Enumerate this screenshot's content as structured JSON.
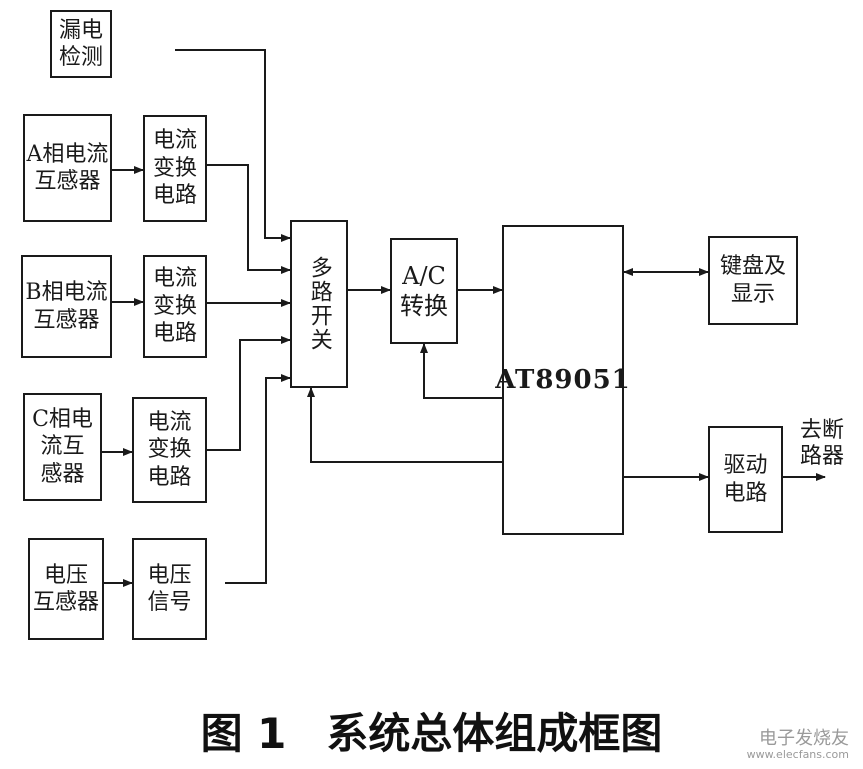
{
  "blocks": {
    "leak_detect": "漏电\n检测",
    "a_sensor": "A相电流\n互感器",
    "a_conv": "电流\n变换\n电路",
    "b_sensor": "B相电流\n互感器",
    "b_conv": "电流\n变换\n电路",
    "c_sensor": "C相电\n流互\n感器",
    "c_conv": "电流\n变换\n电路",
    "v_sensor": "电压\n互感器",
    "v_signal": "电压\n信号",
    "mux": "多路开关",
    "adc": "A/C\n转换",
    "mcu": "AT89051",
    "keyboard": "键盘及\n显示",
    "driver": "驱动\n电路"
  },
  "output_label": "去断\n路器",
  "caption": {
    "number": "图 1",
    "title": "系统总体组成框图"
  },
  "watermark": {
    "name": "电子发烧友",
    "url": "www.elecfans.com"
  }
}
